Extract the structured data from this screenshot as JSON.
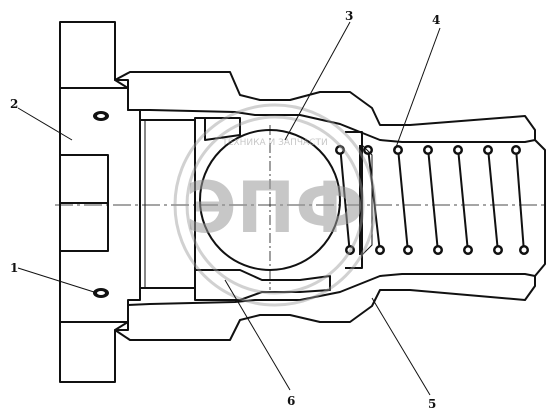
{
  "callouts": [
    {
      "id": "1",
      "label": "1"
    },
    {
      "id": "2",
      "label": "2"
    },
    {
      "id": "3",
      "label": "3"
    },
    {
      "id": "4",
      "label": "4"
    },
    {
      "id": "5",
      "label": "5"
    },
    {
      "id": "6",
      "label": "6"
    }
  ],
  "watermark": {
    "top_text": "ТЕХНИКА И ЗАПЧАСТИ",
    "logo_text": "ЭПФ"
  },
  "colors": {
    "line": "#111111",
    "background": "#ffffff",
    "watermark": "#9a9a9a"
  }
}
